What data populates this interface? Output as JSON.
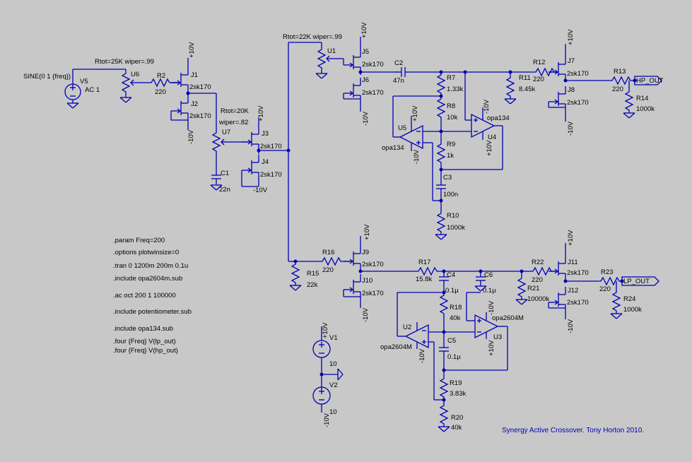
{
  "directives": [
    ".param Freq=200",
    ".options plotwinsize=0",
    ".tran 0 1200m 200m 0.1u",
    ".include opa2604m.sub",
    ".ac oct 200 1 100000",
    ".include potentiometer.sub",
    ".include opa134.sub",
    ".four {Freq} V(lp_out)",
    ".four {Freq} V(hp_out)"
  ],
  "credit": "Synergy Active Crossover. Tony Horton 2010.",
  "source": {
    "name": "V5",
    "value": "SINE(0 1 {freq})",
    "ac": "AC 1"
  },
  "pots": [
    {
      "name": "U6",
      "param": "Rtot=25K wiper=.99"
    },
    {
      "name": "U7",
      "param1": "Rtot=20K",
      "param2": "wiper=.82"
    },
    {
      "name": "U1",
      "param": "Rtot=22K wiper=.99"
    }
  ],
  "supplies": {
    "pos": "+10V",
    "neg": "-10V"
  },
  "jfet_model": "2sk170",
  "jfets": [
    "J1",
    "J2",
    "J3",
    "J4",
    "J5",
    "J6",
    "J7",
    "J8",
    "J9",
    "J10",
    "J11",
    "J12"
  ],
  "resistors": [
    {
      "name": "R2",
      "value": "220"
    },
    {
      "name": "R7",
      "value": "1.33k"
    },
    {
      "name": "R8",
      "value": "10k"
    },
    {
      "name": "R9",
      "value": "1k"
    },
    {
      "name": "R10",
      "value": "1000k"
    },
    {
      "name": "R11",
      "value": "8.45k"
    },
    {
      "name": "R12",
      "value": "220"
    },
    {
      "name": "R13",
      "value": "220"
    },
    {
      "name": "R14",
      "value": "1000k"
    },
    {
      "name": "R15",
      "value": "22k"
    },
    {
      "name": "R16",
      "value": "220"
    },
    {
      "name": "R17",
      "value": "15.8k"
    },
    {
      "name": "R18",
      "value": "40k"
    },
    {
      "name": "R19",
      "value": "3.83k"
    },
    {
      "name": "R20",
      "value": "40k"
    },
    {
      "name": "R21",
      "value": "10000k"
    },
    {
      "name": "R22",
      "value": "220"
    },
    {
      "name": "R23",
      "value": "220"
    },
    {
      "name": "R24",
      "value": "1000k"
    }
  ],
  "capacitors": [
    {
      "name": "C1",
      "value": "22n"
    },
    {
      "name": "C2",
      "value": "47n"
    },
    {
      "name": "C3",
      "value": "100n"
    },
    {
      "name": "C4",
      "value": "0.1µ"
    },
    {
      "name": "C5",
      "value": "0.1µ"
    },
    {
      "name": "C6",
      "value": "0.1µ"
    }
  ],
  "opamps": [
    {
      "name": "U4",
      "model": "opa134"
    },
    {
      "name": "U5",
      "model": "opa134"
    },
    {
      "name": "U2",
      "model": "opa2604M"
    },
    {
      "name": "U3",
      "model": "opa2604M"
    }
  ],
  "vsources": [
    {
      "name": "V1",
      "value": "10"
    },
    {
      "name": "V2",
      "value": "10"
    }
  ],
  "outputs": {
    "hp": "HP_OUT",
    "lp": "LP_OUT"
  }
}
